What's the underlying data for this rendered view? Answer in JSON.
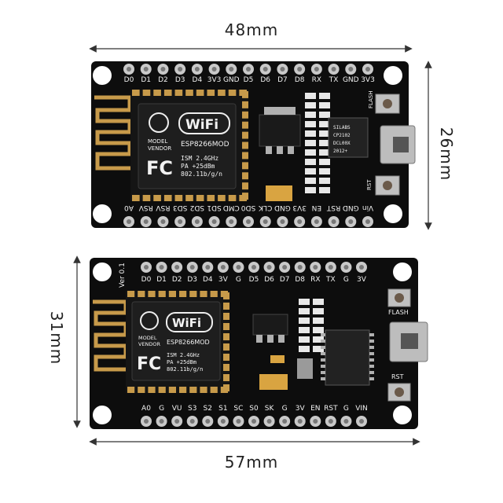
{
  "dimensions": {
    "top_width": "48mm",
    "right_height": "26mm",
    "left_height": "31mm",
    "bottom_width": "57mm"
  },
  "board1": {
    "top_pins": [
      "D0",
      "D1",
      "D2",
      "D3",
      "D4",
      "3V3",
      "GND",
      "D5",
      "D6",
      "D7",
      "D8",
      "RX",
      "TX",
      "GND",
      "3V3"
    ],
    "bottom_pins": [
      "A0",
      "RSV",
      "RSV",
      "SD3",
      "SD2",
      "SD1",
      "CMD",
      "SD0",
      "CLK",
      "GND",
      "3V3",
      "EN",
      "RST",
      "GND",
      "Vin"
    ],
    "button_top": "FLASH",
    "button_bottom": "RST",
    "module": {
      "wifi": "WiFi",
      "model_line1": "MODEL",
      "model_line2": "VENDOR",
      "chip": "ESP8266MOD",
      "fcc": "FC",
      "spec1": "ISM 2.4GHz",
      "spec2": "PA  +25dBm",
      "spec3": "802.11b/g/n"
    },
    "usb_chip": [
      "SILABS",
      "CP2102",
      "DCL00X",
      "2012+"
    ]
  },
  "board2": {
    "version": "Ver 0.1",
    "top_pins": [
      "D0",
      "D1",
      "D2",
      "D3",
      "D4",
      "3V",
      "G",
      "D5",
      "D6",
      "D7",
      "D8",
      "RX",
      "TX",
      "G",
      "3V"
    ],
    "bottom_pins": [
      "A0",
      "G",
      "VU",
      "S3",
      "S2",
      "S1",
      "SC",
      "S0",
      "SK",
      "G",
      "3V",
      "EN",
      "RST",
      "G",
      "VIN"
    ],
    "button_top": "FLASH",
    "button_bottom": "RST",
    "module": {
      "wifi": "WiFi",
      "model_line1": "MODEL",
      "model_line2": "VENDOR",
      "chip": "ESP8266MOD",
      "fcc": "FC",
      "spec1": "ISM 2.4GHz",
      "spec2": "PA  +25dBm",
      "spec3": "802.11b/g/n"
    }
  },
  "colors": {
    "pcb": "#0d0d0d",
    "pin": "#c9c9c9",
    "gold": "#c79a4a",
    "shield": "#1a1a1a",
    "cap": "#d9a441"
  }
}
